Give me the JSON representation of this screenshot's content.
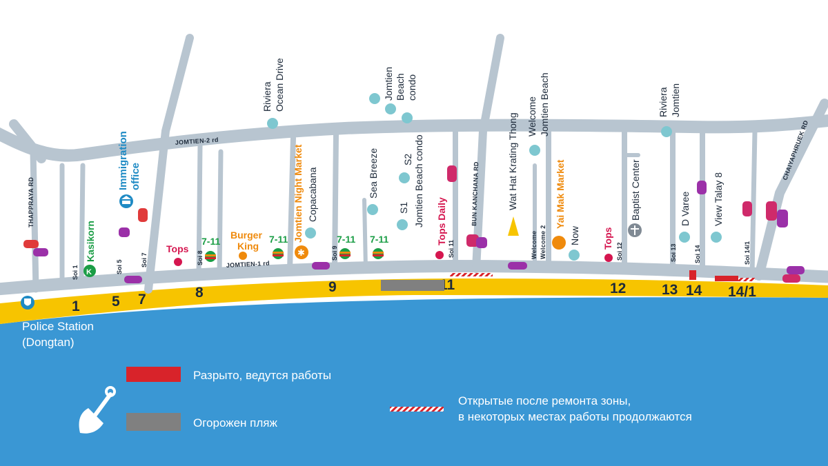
{
  "colors": {
    "sea": "#3a97d4",
    "beach": "#f7c400",
    "road": "#b8c5d0",
    "hotel": "#7ec7d0",
    "car_pink": "#cf2a6a",
    "car_purple": "#9b30a8",
    "car_red": "#e03a3a",
    "seven_green": "#1a9d45",
    "orange": "#ef8a0c",
    "tops_pink": "#d5164f",
    "digging_red": "#d8232a",
    "fenced_gray": "#808080"
  },
  "roads": {
    "jomtien2": "JOMTIEN-2 rd",
    "jomtien1": "JOMTIEN-1 rd",
    "thappraya": "THAPPRAYA RD",
    "bun_kanchana": "BUN KANCHANA RD",
    "chaiyaphruek": "CHAIYAPHRUEK RD",
    "welcome2": "Welcome 2",
    "welcome2_label": "Welcome"
  },
  "sois": {
    "soi1": "Soi 1",
    "soi5": "Soi 5",
    "soi7": "Soi 7",
    "soi8": "Soi 8",
    "soi9": "Soi 9",
    "soi11": "Soi 11",
    "soi12": "Soi 12",
    "soi13": "Soi 13",
    "soi14": "Soi 14",
    "soi141": "Soi 14/1"
  },
  "beach_numbers": {
    "n1": "1",
    "n5": "5",
    "n7": "7",
    "n8": "8",
    "n9": "9",
    "n11": "11",
    "n12": "12",
    "n13": "13",
    "n14": "14",
    "n141": "14/1"
  },
  "places": {
    "kasikorn": "Kasikorn",
    "immigration1": "Immigration",
    "immigration2": "office",
    "tops1": "Tops",
    "seven1": "7-11",
    "burger1": "Burger",
    "burger2": "King",
    "seven2": "7-11",
    "jomtien_night_market": "Jomtien Night Market",
    "copacabana": "Copacabana",
    "riviera_ocean_1": "Riviera",
    "riviera_ocean_2": "Ocean Drive",
    "seven3": "7-11",
    "seven4": "7-11",
    "sea_breeze": "Sea Breeze",
    "jbc1": "Jomtien",
    "jbc2": "Beach",
    "jbc3": "condo",
    "s1": "S1",
    "s2": "S2",
    "jomtien_beach_condo": "Jomtien Beach condo",
    "tops_daily": "Tops Daily",
    "wat_hat": "Wat Hat Krating Thong",
    "welcome_jb1": "Welcome",
    "welcome_jb2": "Jomtien Beach",
    "yai_mak_market": "Yai Mak Market",
    "now": "Now",
    "tops2": "Tops",
    "baptist_center": "Baptist Center",
    "riviera_jomtien1": "Riviera",
    "riviera_jomtien2": "Jomtien",
    "d_varee": "D Varee",
    "view_talay8": "View Talay 8",
    "police1": "Police Station",
    "police2": "(Dongtan)"
  },
  "legend": {
    "digging": "Разрыто, ведутся работы",
    "fenced": "Огорожен пляж",
    "reopened1": "Открытые после ремонта зоны,",
    "reopened2": "в некоторых местах работы продолжаются"
  }
}
